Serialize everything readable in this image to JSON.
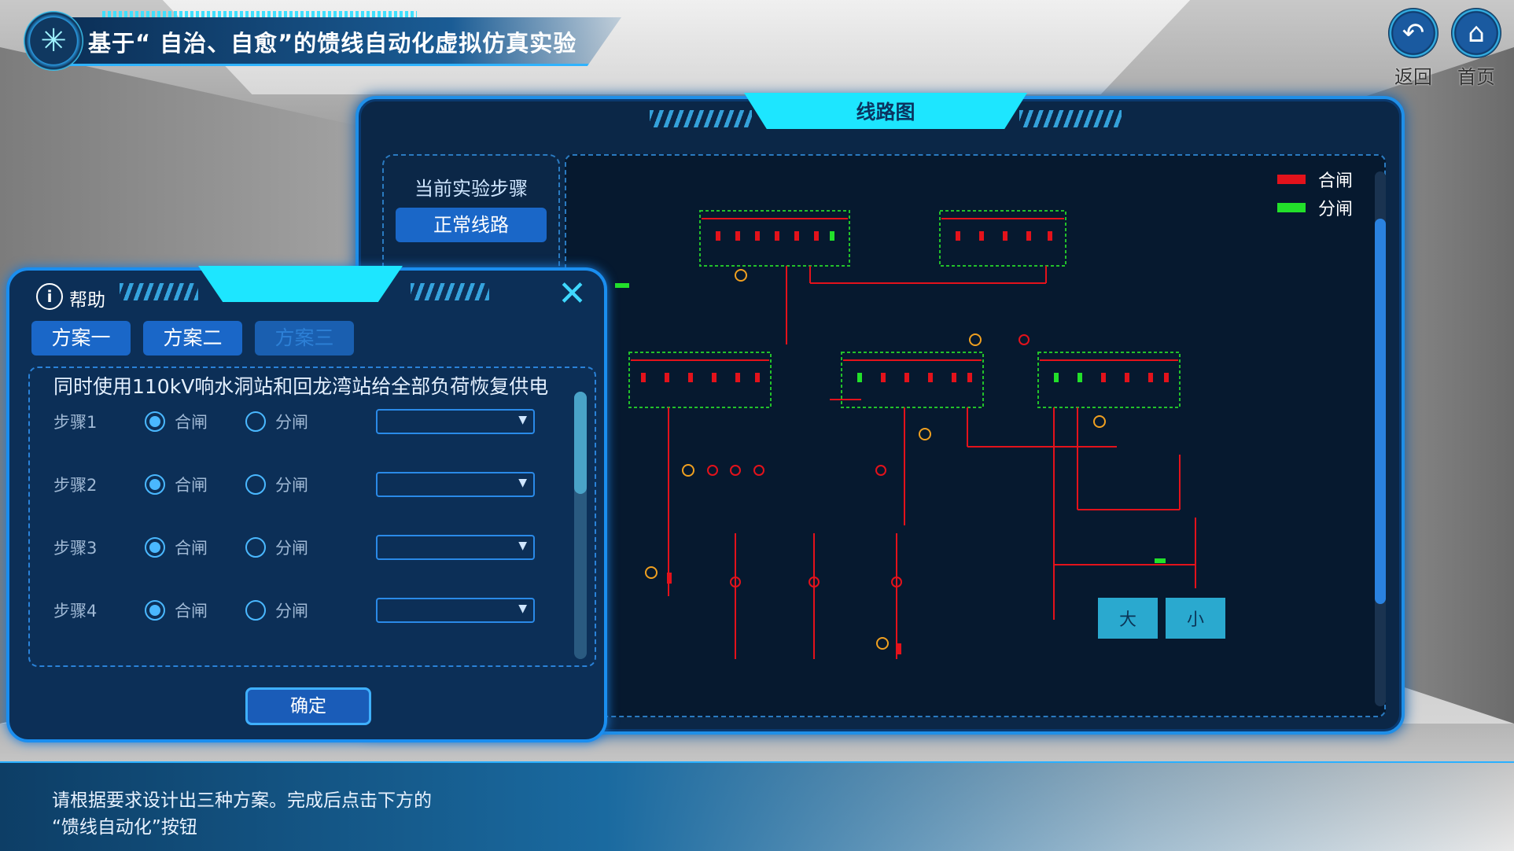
{
  "app": {
    "title": "基于“ 自治、自愈”的馈线自动化虚拟仿真实验",
    "logo_icon": "atom-logo-icon"
  },
  "nav": {
    "back_label": "返回",
    "home_label": "首页",
    "back_icon": "back-arrow-icon",
    "home_icon": "home-icon"
  },
  "panel": {
    "title": "线路图",
    "steps_title": "当前实验步骤",
    "normal_line_button": "正常线路",
    "legend": [
      {
        "label": "合闸",
        "color": "#e3121b"
      },
      {
        "label": "分闸",
        "color": "#22e02a"
      }
    ],
    "zoom_in": "大",
    "zoom_out": "小"
  },
  "help": {
    "title": "帮助",
    "plans": [
      "方案一",
      "方案二",
      "方案三"
    ],
    "active_plan": "方案一",
    "description": "同时使用110kV响水洞站和回龙湾站给全部负荷恢复供电",
    "steps": [
      {
        "label": "步骤1",
        "option_close": "合闸",
        "option_open": "分闸",
        "selected": "合闸",
        "select_value": ""
      },
      {
        "label": "步骤2",
        "option_close": "合闸",
        "option_open": "分闸",
        "selected": "合闸",
        "select_value": ""
      },
      {
        "label": "步骤3",
        "option_close": "合闸",
        "option_open": "分闸",
        "selected": "合闸",
        "select_value": ""
      },
      {
        "label": "步骤4",
        "option_close": "合闸",
        "option_open": "分闸",
        "selected": "合闸",
        "select_value": ""
      }
    ],
    "confirm_button": "确定"
  },
  "hint": {
    "line1": "请根据要求设计出三种方案。完成后点击下方的",
    "line2": "“馈线自动化”按钮"
  },
  "colors": {
    "accent": "#1de6ff",
    "panel_bg": "#0b2747",
    "border": "#1f8fe8",
    "closed": "#e3121b",
    "open": "#22e02a"
  }
}
